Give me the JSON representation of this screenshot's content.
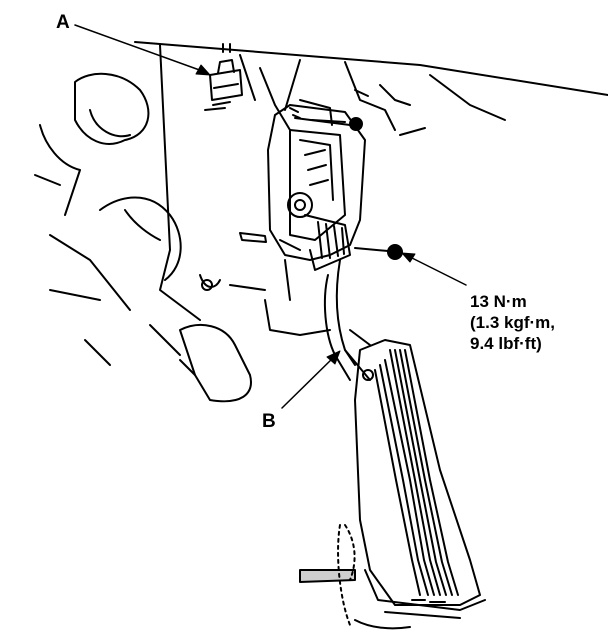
{
  "labels": {
    "callout_a": "A",
    "callout_b": "B",
    "torque_line1": "13 N·m",
    "torque_line2": "(1.3 kgf·m,",
    "torque_line3": "9.4 lbf·ft)"
  }
}
